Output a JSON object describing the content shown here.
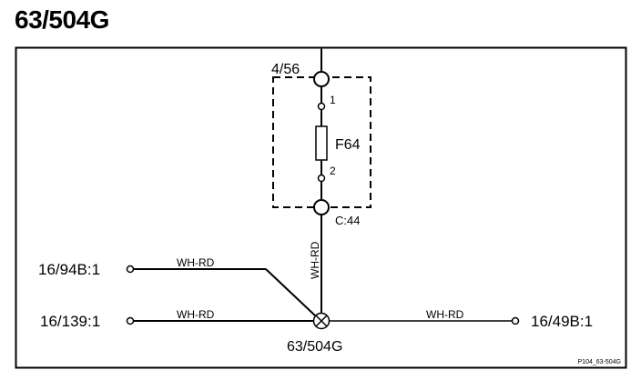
{
  "title": "63/504G",
  "components": {
    "top_connector": "4/56",
    "fuse_label": "F64",
    "fuse_pin_top": "1",
    "fuse_pin_bottom": "2",
    "bottom_connector": "C:44",
    "splice_label": "63/504G"
  },
  "wires": {
    "vertical_color": "WH-RD",
    "upper_left_color": "WH-RD",
    "lower_left_color": "WH-RD",
    "right_color": "WH-RD"
  },
  "connectors": {
    "upper_left": "16/94B:1",
    "lower_left": "16/139:1",
    "right": "16/49B:1"
  },
  "reference_code": "P104_63-504G"
}
